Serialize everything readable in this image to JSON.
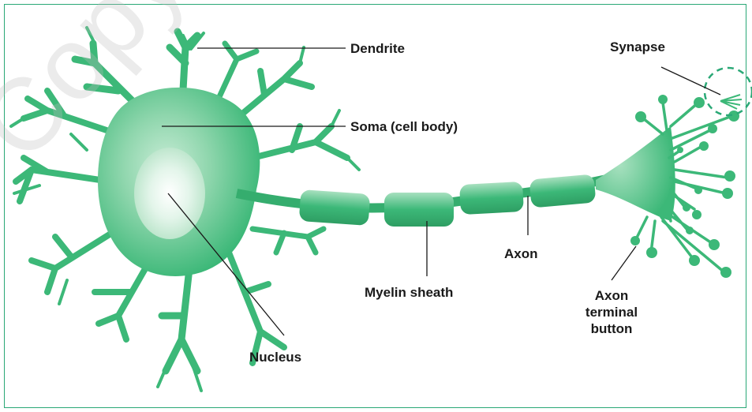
{
  "watermark": "Copy",
  "labels": {
    "dendrite": "Dendrite",
    "soma": "Soma (cell body)",
    "nucleus": "Nucleus",
    "myelin_sheath": "Myelin sheath",
    "axon": "Axon",
    "synapse": "Synapse",
    "axon_terminal_button": [
      "Axon",
      "terminal",
      "button"
    ]
  },
  "colors": {
    "cell": "#3cb878",
    "cell_light": "#8fd6ad",
    "cell_lighter": "#c8ecd6",
    "nucleus": "#dff4e6",
    "border": "#2aa876",
    "leader_line": "#1a1a1a"
  }
}
